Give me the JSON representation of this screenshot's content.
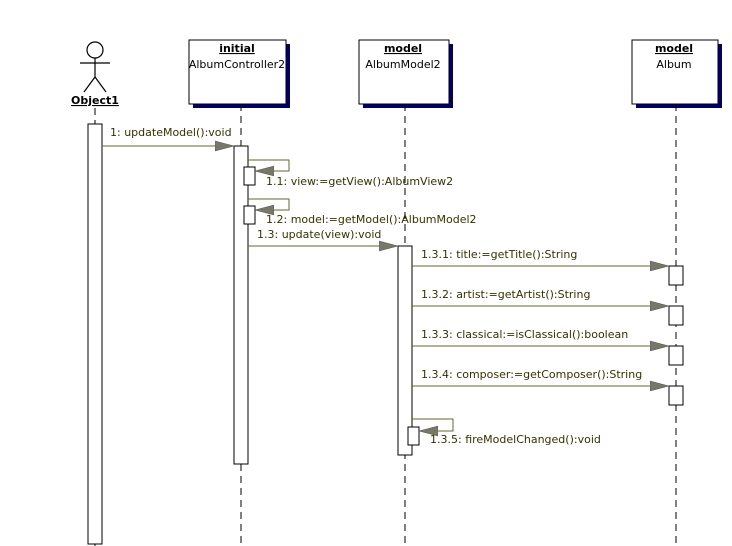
{
  "colors": {
    "arrow_line": "#666633",
    "arrow_head": "#77776b",
    "box_shadow": "#000066",
    "message_text": "#333300"
  },
  "actor": {
    "name": "Object1"
  },
  "lifelines": [
    {
      "stereotype": "initial",
      "name": "AlbumController2"
    },
    {
      "stereotype": "model",
      "name": "AlbumModel2"
    },
    {
      "stereotype": "model",
      "name": "Album"
    }
  ],
  "messages": [
    {
      "label": "1: updateModel():void"
    },
    {
      "label": "1.1: view:=getView():AlbumView2"
    },
    {
      "label": "1.2: model:=getModel():AlbumModel2"
    },
    {
      "label": "1.3: update(view):void"
    },
    {
      "label": "1.3.1: title:=getTitle():String"
    },
    {
      "label": "1.3.2: artist:=getArtist():String"
    },
    {
      "label": "1.3.3: classical:=isClassical():boolean"
    },
    {
      "label": "1.3.4: composer:=getComposer():String"
    },
    {
      "label": "1.3.5: fireModelChanged():void"
    }
  ]
}
